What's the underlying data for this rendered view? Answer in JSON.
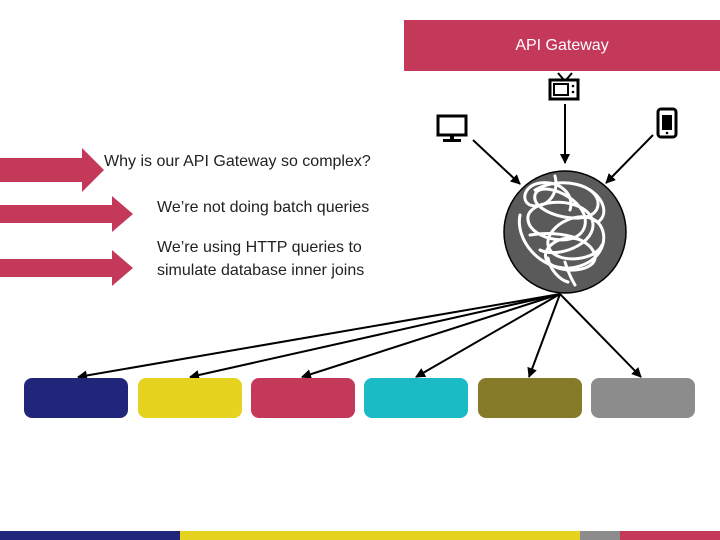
{
  "header": {
    "title": "API Gateway"
  },
  "bullets": [
    {
      "text": "Why is our API Gateway so complex?"
    },
    {
      "text": "We’re not doing batch queries"
    },
    {
      "text": "We’re using HTTP queries to simulate database inner joins"
    }
  ],
  "clients": [
    "desktop-monitor-icon",
    "tv-icon",
    "mobile-phone-icon"
  ],
  "gateway": {
    "icon": "tangled-scribble-icon",
    "fill": "#5a5a5a"
  },
  "services": [
    {
      "color": "#22267a"
    },
    {
      "color": "#e6d31f"
    },
    {
      "color": "#c4385a"
    },
    {
      "color": "#1bbbc6"
    },
    {
      "color": "#857b28"
    },
    {
      "color": "#8c8c8c"
    }
  ],
  "colors": {
    "accent": "#c4385a"
  },
  "footer_bar": [
    {
      "color": "#22267a"
    },
    {
      "color": "#e6d31f"
    },
    {
      "color": "#8c8c8c"
    },
    {
      "color": "#c4385a"
    }
  ]
}
